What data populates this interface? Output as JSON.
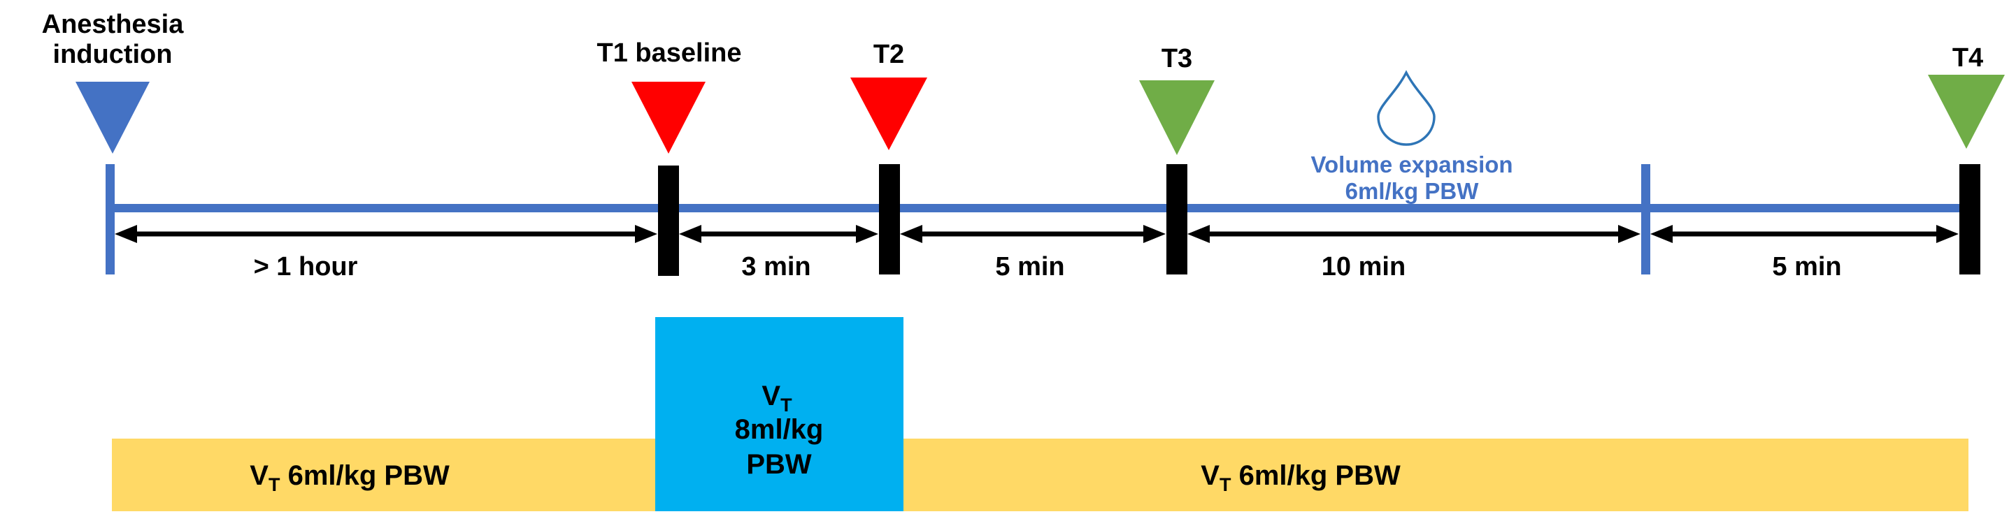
{
  "colors": {
    "timeline": "#4472C4",
    "tick_black": "#000000",
    "arrow": "#000000",
    "blue_marker": "#4472C4",
    "red_marker": "#FF0000",
    "green_marker": "#70AD47",
    "yellow_band": "#FFD966",
    "cyan_box": "#00B0F0",
    "volume_text": "#4472C4"
  },
  "markers": {
    "induction": {
      "line1": "Anesthesia",
      "line2": "induction",
      "color": "blue",
      "icon": "triangle-down"
    },
    "t1": {
      "label": "T1 baseline",
      "color": "red",
      "icon": "triangle-down"
    },
    "t2": {
      "label": "T2",
      "color": "red",
      "icon": "triangle-down"
    },
    "t3": {
      "label": "T3",
      "color": "green",
      "icon": "triangle-down"
    },
    "t4": {
      "label": "T4",
      "color": "green",
      "icon": "triangle-down"
    }
  },
  "intervals": {
    "i1": "> 1 hour",
    "i2": "3 min",
    "i3": "5 min",
    "i4": "10 min",
    "i5": "5 min"
  },
  "volume_expansion": {
    "icon": "droplet",
    "line1": "Volume expansion",
    "line2": "6ml/kg PBW"
  },
  "ventilation": {
    "left": {
      "v": "V",
      "sub": "T",
      "rest": " 6ml/kg PBW"
    },
    "middle": {
      "v": "V",
      "sub": "T",
      "line2": "8ml/kg",
      "line3": "PBW"
    },
    "right": {
      "v": "V",
      "sub": "T",
      "rest": " 6ml/kg PBW"
    }
  }
}
